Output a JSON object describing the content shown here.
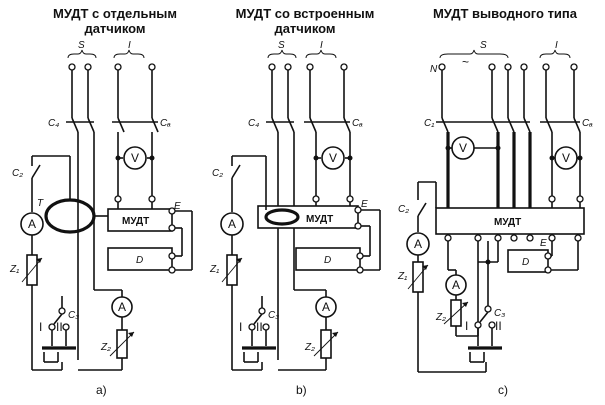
{
  "titles": {
    "a": [
      "МУДТ с отдельным",
      "датчиком"
    ],
    "b": [
      "МУДТ со встроенным",
      "датчиком"
    ],
    "c": [
      "МУДТ выводного типа"
    ]
  },
  "captions": {
    "a": "a)",
    "b": "b)",
    "c": "c)"
  },
  "labels": {
    "S": "S",
    "I": "I",
    "N": "N",
    "tilde": "~",
    "C1": "C₁",
    "C2": "C₂",
    "C3": "C₃",
    "C4": "C₄",
    "Ca": "Cₐ",
    "V": "V",
    "A": "A",
    "T": "T",
    "E": "E",
    "D": "D",
    "mudt": "МУДТ",
    "Z1": "Z₁",
    "Z2": "Z₂",
    "I_pos": "I",
    "II_pos": "II"
  }
}
